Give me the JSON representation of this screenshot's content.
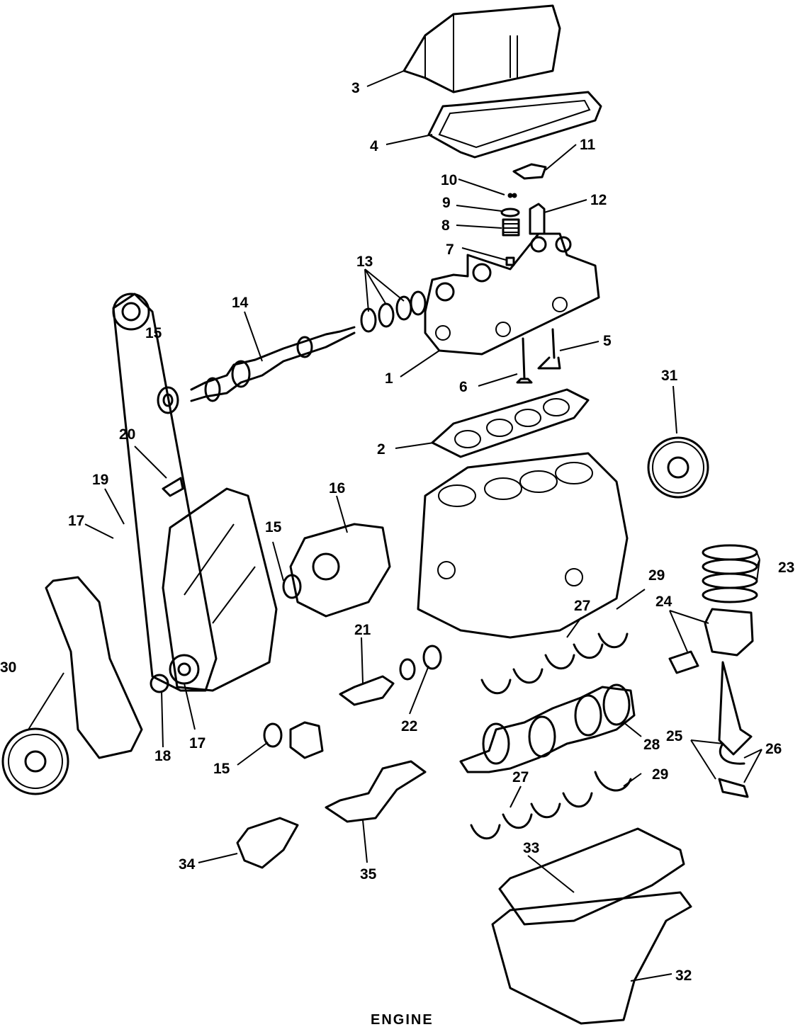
{
  "caption": "ENGINE",
  "labels": {
    "l1": "1",
    "l2": "2",
    "l3": "3",
    "l4": "4",
    "l5": "5",
    "l6": "6",
    "l7": "7",
    "l8": "8",
    "l9": "9",
    "l10": "10",
    "l11": "11",
    "l12": "12",
    "l13": "13",
    "l14": "14",
    "l15a": "15",
    "l15b": "15",
    "l15c": "15",
    "l16": "16",
    "l17a": "17",
    "l17b": "17",
    "l18": "18",
    "l19": "19",
    "l20": "20",
    "l21": "21",
    "l22": "22",
    "l23": "23",
    "l24": "24",
    "l25": "25",
    "l26": "26",
    "l27a": "27",
    "l27b": "27",
    "l28": "28",
    "l29a": "29",
    "l29b": "29",
    "l30": "30",
    "l31": "31",
    "l32": "32",
    "l33": "33",
    "l34": "34",
    "l35": "35"
  }
}
